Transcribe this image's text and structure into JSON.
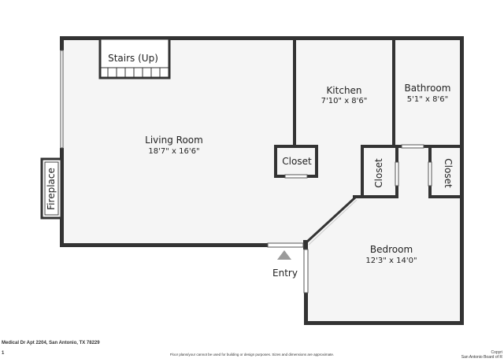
{
  "rooms": {
    "stairs": {
      "name": "Stairs (Up)"
    },
    "living": {
      "name": "Living Room",
      "dims": "18'7\" x 16'6\""
    },
    "kitchen": {
      "name": "Kitchen",
      "dims": "7'10\" x 8'6\""
    },
    "bathroom": {
      "name": "Bathroom",
      "dims": "5'1\" x 8'6\""
    },
    "closet_living": {
      "name": "Closet"
    },
    "closet_mid": {
      "name": "Closet"
    },
    "closet_right": {
      "name": "Closet"
    },
    "bedroom": {
      "name": "Bedroom",
      "dims": "12'3\" x 14'0\""
    },
    "fireplace": {
      "name": "Fireplace"
    },
    "entry": {
      "name": "Entry"
    }
  },
  "footer": {
    "address": "Medical Dr Apt 2204, San Antonio, TX 78229",
    "page": "1",
    "disclaimer": "Floor plans/your cannot be used for building or design purposes. Sizes and dimensions are approximate.",
    "copyright_line1": "Copyri",
    "copyright_line2": "San Antonio Board of R"
  },
  "colors": {
    "wall": "#333333",
    "floor": "#f5f5f5",
    "entry_arrow": "#9a9a9a"
  }
}
